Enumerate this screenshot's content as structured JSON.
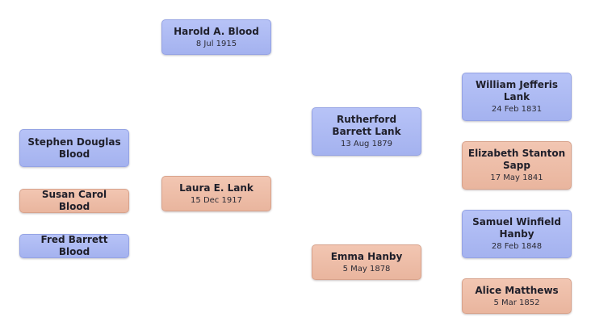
{
  "root": {
    "name": "Harold A.  Blood",
    "date": "8 Jul 1915"
  },
  "children": [
    {
      "name": "Stephen Douglas Blood"
    },
    {
      "name": "Susan Carol  Blood"
    },
    {
      "name": "Fred Barrett  Blood"
    }
  ],
  "spouse": {
    "name": "Laura E.  Lank",
    "date": "15 Dec 1917"
  },
  "spouse_parents": [
    {
      "name": "Rutherford  Barrett Lank",
      "date": "13 Aug 1879"
    },
    {
      "name": "Emma  Hanby",
      "date": "5 May 1878"
    }
  ],
  "grandparents": [
    {
      "name": "William Jefferis Lank",
      "date": "24 Feb 1831"
    },
    {
      "name": "Elizabeth Stanton Sapp",
      "date": "17 May 1841"
    },
    {
      "name": "Samuel Winfield Hanby",
      "date": "28 Feb 1848"
    },
    {
      "name": "Alice  Matthews",
      "date": "5 Mar 1852"
    }
  ],
  "colors": {
    "male": "#a9b6f2",
    "female": "#edbca6"
  }
}
